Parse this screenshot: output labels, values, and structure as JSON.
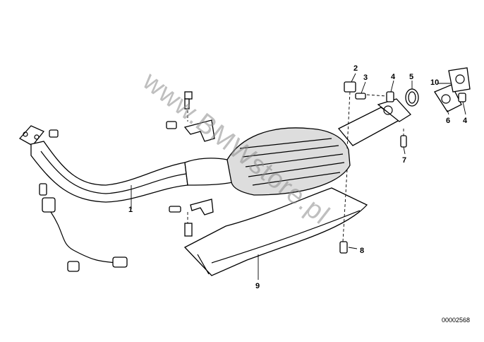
{
  "callouts": [
    {
      "id": "1",
      "label": "1"
    },
    {
      "id": "2",
      "label": "2"
    },
    {
      "id": "3",
      "label": "3"
    },
    {
      "id": "4a",
      "label": "4"
    },
    {
      "id": "4b",
      "label": "4"
    },
    {
      "id": "5",
      "label": "5"
    },
    {
      "id": "6",
      "label": "6"
    },
    {
      "id": "7",
      "label": "7"
    },
    {
      "id": "8",
      "label": "8"
    },
    {
      "id": "9",
      "label": "9"
    },
    {
      "id": "10",
      "label": "10"
    }
  ],
  "watermark": "www.BMWstore.pl",
  "drawing_number": "00002568"
}
